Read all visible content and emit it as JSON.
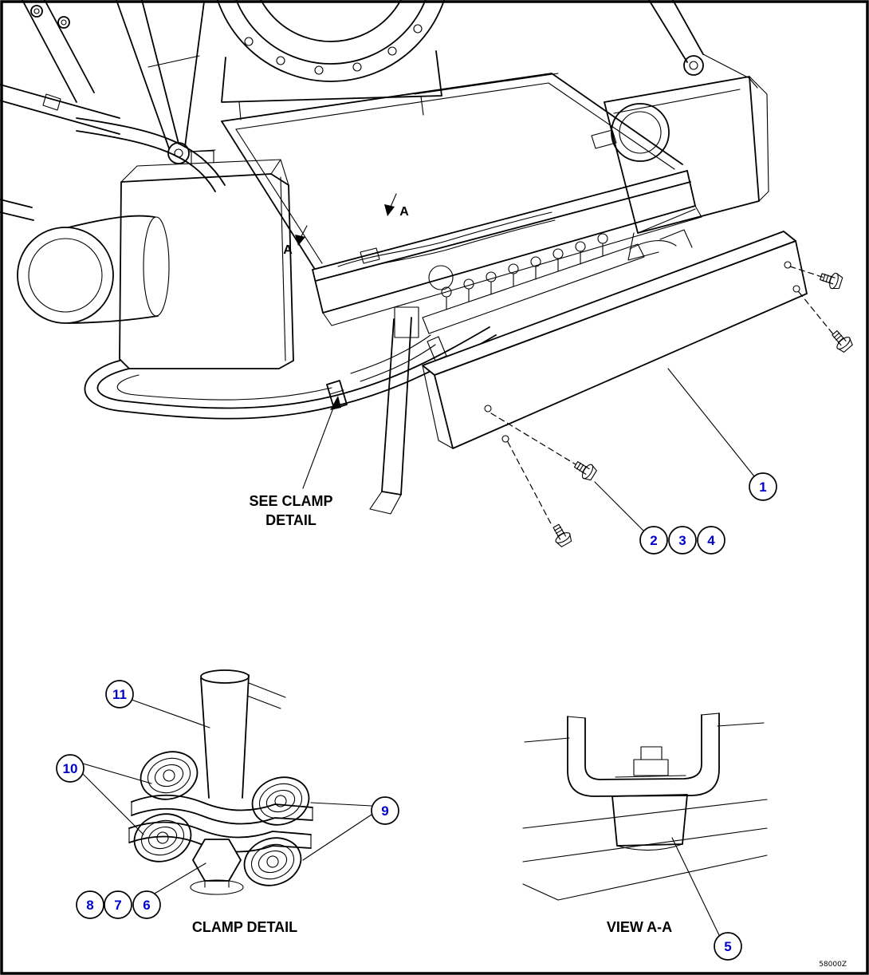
{
  "labels": {
    "see_clamp_line1": "SEE CLAMP",
    "see_clamp_line2": "DETAIL",
    "clamp_detail_caption": "CLAMP DETAIL",
    "view_aa_caption": "VIEW A-A",
    "section_marker": "A",
    "doc_code": "58000Z"
  },
  "colors": {
    "callout_number": "#0000cd",
    "line": "#000000",
    "background": "#ffffff"
  },
  "callouts": {
    "c1": "1",
    "c2": "2",
    "c3": "3",
    "c4": "4",
    "c5": "5",
    "c6": "6",
    "c7": "7",
    "c8": "8",
    "c9": "9",
    "c10": "10",
    "c11": "11"
  }
}
